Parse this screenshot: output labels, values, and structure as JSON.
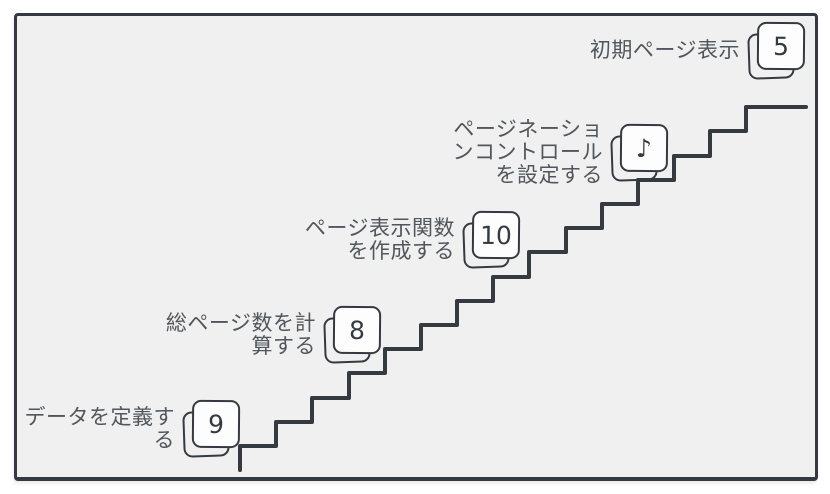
{
  "diagram": {
    "type": "staircase-steps",
    "colors": {
      "background": "#ffffff",
      "frame_fill": "#f0f0f0",
      "line": "#343a40",
      "text": "#50565c",
      "note_fill": "#fdfdfe"
    },
    "steps": [
      {
        "order": 1,
        "label": "データを定義す\nる",
        "icon": {
          "name": "sticky-note-icon",
          "glyph": "9"
        }
      },
      {
        "order": 2,
        "label": "総ページ数を計\n算する",
        "icon": {
          "name": "sticky-note-icon",
          "glyph": "8"
        }
      },
      {
        "order": 3,
        "label": "ページ表示関数\nを作成する",
        "icon": {
          "name": "sticky-note-icon",
          "glyph": "10"
        }
      },
      {
        "order": 4,
        "label": "ページネーショ\nンコントロール\nを設定する",
        "icon": {
          "name": "music-note-icon",
          "glyph": "♪"
        }
      },
      {
        "order": 5,
        "label": "初期ページ表示",
        "icon": {
          "name": "sticky-note-icon",
          "glyph": "5"
        }
      }
    ]
  }
}
